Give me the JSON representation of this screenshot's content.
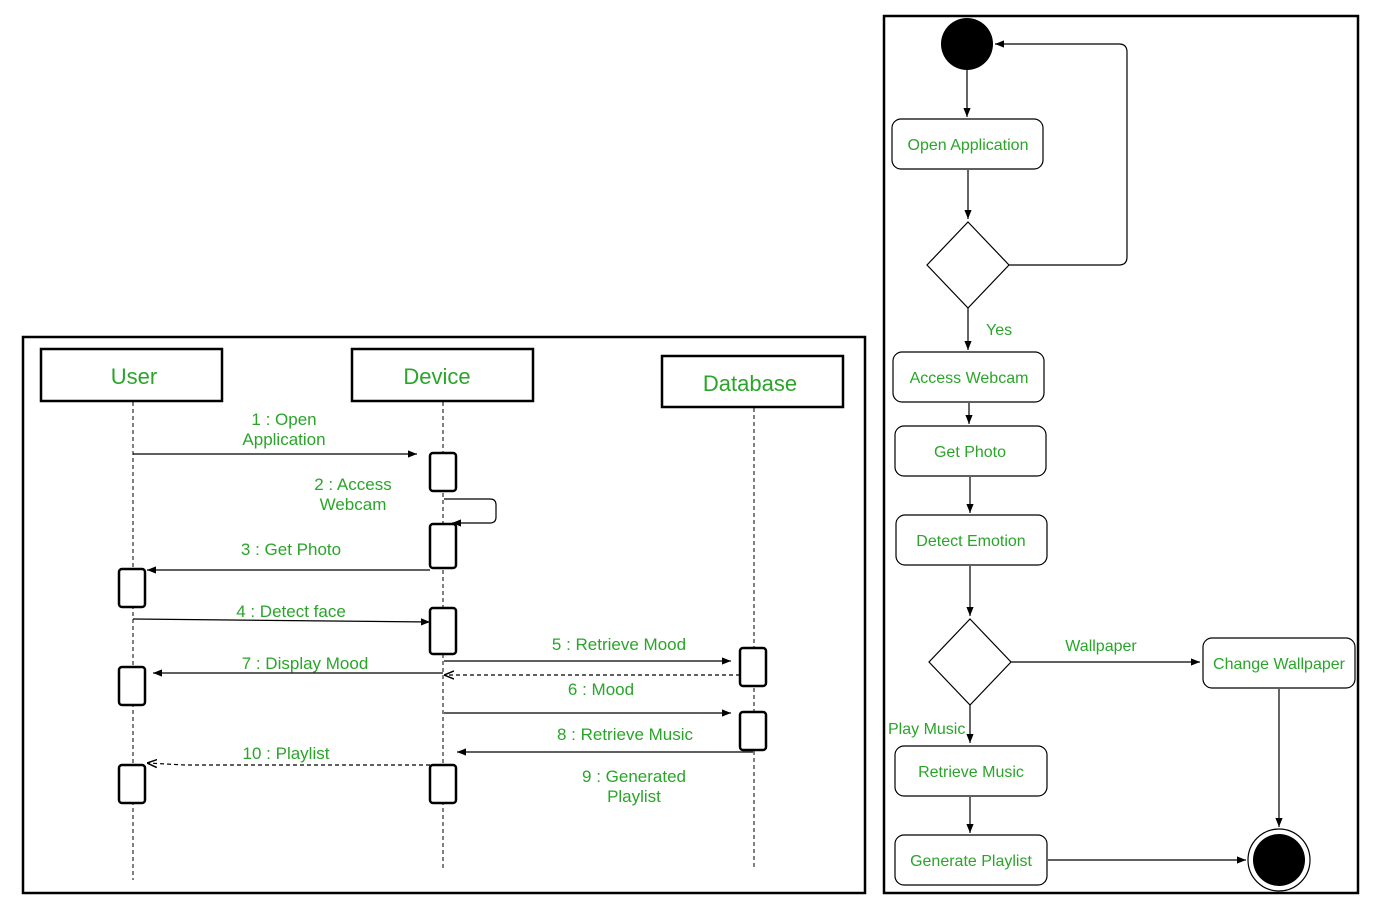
{
  "colors": {
    "text": "#2aa52a",
    "line": "#000000",
    "background": "#ffffff"
  },
  "sequence": {
    "lifelines": {
      "user": "User",
      "device": "Device",
      "database": "Database"
    },
    "messages": {
      "m1_l1": "1 : Open",
      "m1_l2": "Application",
      "m2_l1": "2 : Access",
      "m2_l2": "Webcam",
      "m3": "3 : Get Photo",
      "m4": "4 : Detect face",
      "m5": "5 : Retrieve Mood",
      "m6": "6 : Mood",
      "m7": "7 : Display Mood",
      "m8": "8 : Retrieve Music",
      "m9_l1": "9 : Generated",
      "m9_l2": "Playlist",
      "m10": "10 : Playlist"
    }
  },
  "activity": {
    "nodes": {
      "open_application": "Open Application",
      "access_webcam": "Access Webcam",
      "get_photo": "Get Photo",
      "detect_emotion": "Detect Emotion",
      "change_wallpaper": "Change Wallpaper",
      "retrieve_music": "Retrieve Music",
      "generate_playlist": "Generate Playlist"
    },
    "guards": {
      "yes": "Yes",
      "wallpaper": "Wallpaper",
      "play_music": "Play Music"
    }
  }
}
